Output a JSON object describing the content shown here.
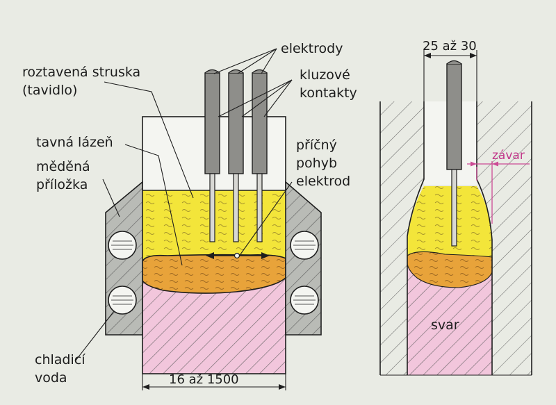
{
  "labels": {
    "elektrody": "elektrody",
    "struska_1": "roztavená struska",
    "struska_2": "(tavidlo)",
    "kluzove_1": "kluzové",
    "kluzove_2": "kontakty",
    "lazen": "tavná lázeň",
    "prilozka_1": "měděná",
    "prilozka_2": "příložka",
    "pohyb_1": "příčný",
    "pohyb_2": "pohyb",
    "pohyb_3": "elektrod",
    "voda_1": "chladicí",
    "voda_2": "voda",
    "zavar": "závar",
    "svar": "svar"
  },
  "dimensions": {
    "gap_width": "25 až 30",
    "plate_thickness": "16 až 1500"
  },
  "colors": {
    "background": "#e9ebe4",
    "slag": "#f3e53a",
    "weld_pool": "#e8a33a",
    "base_metal": "#f2c6dc",
    "copper_shoe": "#b9bbb6",
    "electrode": "#8e8e8a",
    "dimension_accent": "#c2378a"
  }
}
